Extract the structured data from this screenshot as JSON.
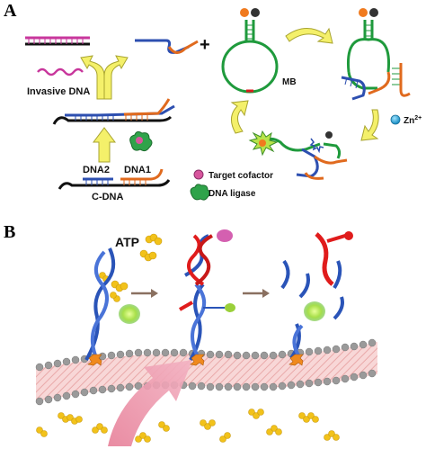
{
  "panels": {
    "a_label": "A",
    "b_label": "B"
  },
  "panel_a": {
    "invasive_dna": "Invasive DNA",
    "dna2": "DNA2",
    "dna1": "DNA1",
    "c_dna": "C-DNA",
    "plus": "+",
    "mb": "MB",
    "zn": "Zn",
    "zn_charge": "2+",
    "legend": {
      "target_cofactor": "Target cofactor",
      "dna_ligase": "DNA ligase"
    }
  },
  "panel_b": {
    "atp": "ATP"
  },
  "colors": {
    "strand_black": "#111111",
    "strand_blue": "#2d4fb0",
    "strand_orange": "#e06a1e",
    "strand_red": "#d81e1e",
    "magenta": "#c8379c",
    "mb_green": "#1f9a3c",
    "arrow_yellow": "#f4f06a",
    "arrow_outline": "#a8a430",
    "zn_blue": "#27a6d9",
    "atp_yellow": "#f2c21a",
    "membrane_pink": "#f3c6c6",
    "lipid_grey": "#8c8c8c",
    "helix_blue": "#2a54b8",
    "helix_red": "#e01c1c",
    "glow_green": "#a8e04a",
    "pink_arrow": "#e88aa0"
  },
  "icons": [
    "fluorophore",
    "quencher",
    "zinc-ion",
    "target-cofactor",
    "dna-ligase",
    "atp-molecule"
  ]
}
